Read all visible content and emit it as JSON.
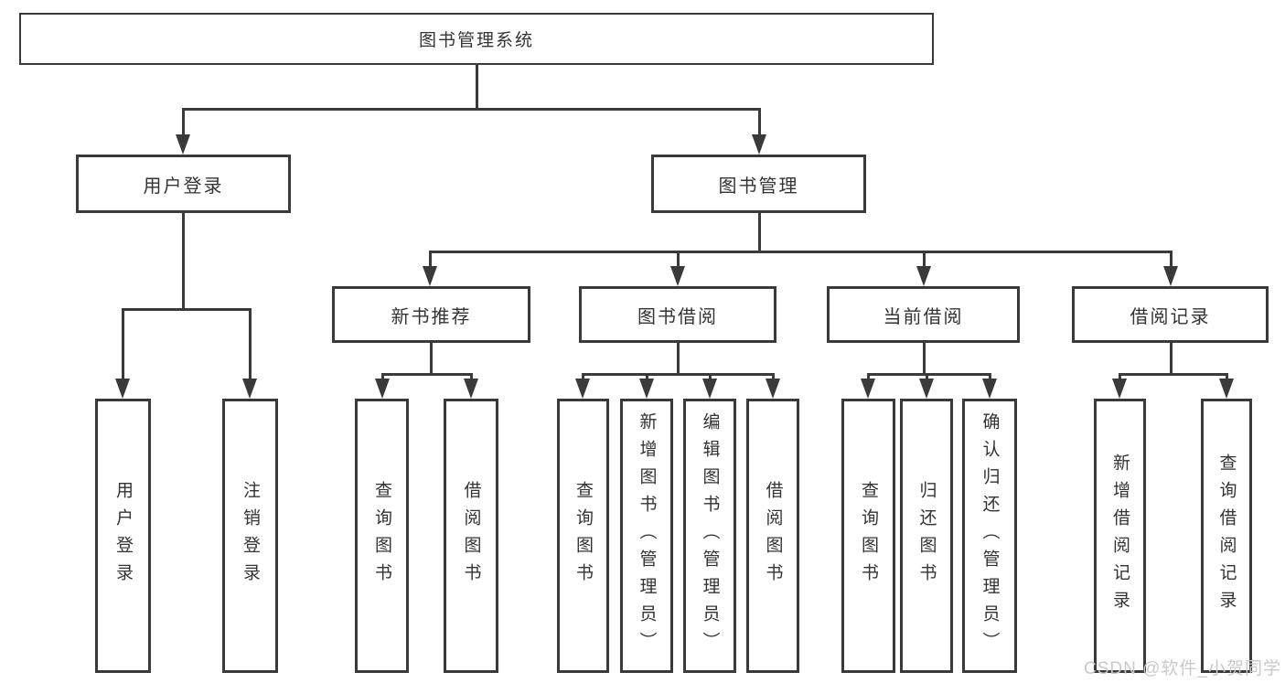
{
  "tree": {
    "label": "图书管理系统",
    "children": [
      {
        "label": "用户登录",
        "children": [
          {
            "label": "用户登录"
          },
          {
            "label": "注销登录"
          }
        ]
      },
      {
        "label": "图书管理",
        "children": [
          {
            "label": "新书推荐",
            "children": [
              {
                "label": "查询图书"
              },
              {
                "label": "借阅图书"
              }
            ]
          },
          {
            "label": "图书借阅",
            "children": [
              {
                "label": "查询图书"
              },
              {
                "label": "新增图书（管理员）"
              },
              {
                "label": "编辑图书（管理员）"
              },
              {
                "label": "借阅图书"
              }
            ]
          },
          {
            "label": "当前借阅",
            "children": [
              {
                "label": "查询图书"
              },
              {
                "label": "归还图书"
              },
              {
                "label": "确认归还（管理员）"
              }
            ]
          },
          {
            "label": "借阅记录",
            "children": [
              {
                "label": "新增借阅记录"
              },
              {
                "label": "查询借阅记录"
              }
            ]
          }
        ]
      }
    ]
  },
  "watermark": {
    "text": "CSDN @软件_小贺同学"
  },
  "colors": {
    "line": "#3a3a3a",
    "text": "#333333",
    "watermark": "#c9c9ce",
    "background": "#ffffff"
  }
}
